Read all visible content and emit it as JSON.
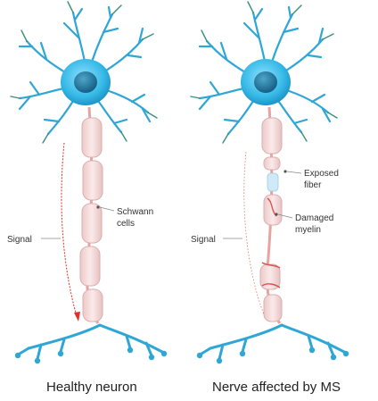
{
  "panels": [
    {
      "caption": "Healthy neuron",
      "labels": {
        "signal": "Signal",
        "schwann": [
          "Schwann",
          "cells"
        ]
      }
    },
    {
      "caption": "Nerve affected by MS",
      "labels": {
        "signal": "Signal",
        "exposed": [
          "Exposed",
          "fiber"
        ],
        "damaged": [
          "Damaged",
          "myelin"
        ]
      }
    }
  ],
  "colors": {
    "nucleus": "#1d6f9a",
    "cell_body": "#35b9e6",
    "dendrite": "#2ea6d6",
    "dendrite_tip": "#3a8f7a",
    "myelin": "#f3dcdc",
    "myelin_edge": "#dcaeae",
    "axon_core": "#e9a2a2",
    "signal": "#e0302a",
    "damage": "#d9534f"
  },
  "icons": [
    "neuron-body-icon",
    "nucleus-icon",
    "axon-terminal-icon"
  ]
}
